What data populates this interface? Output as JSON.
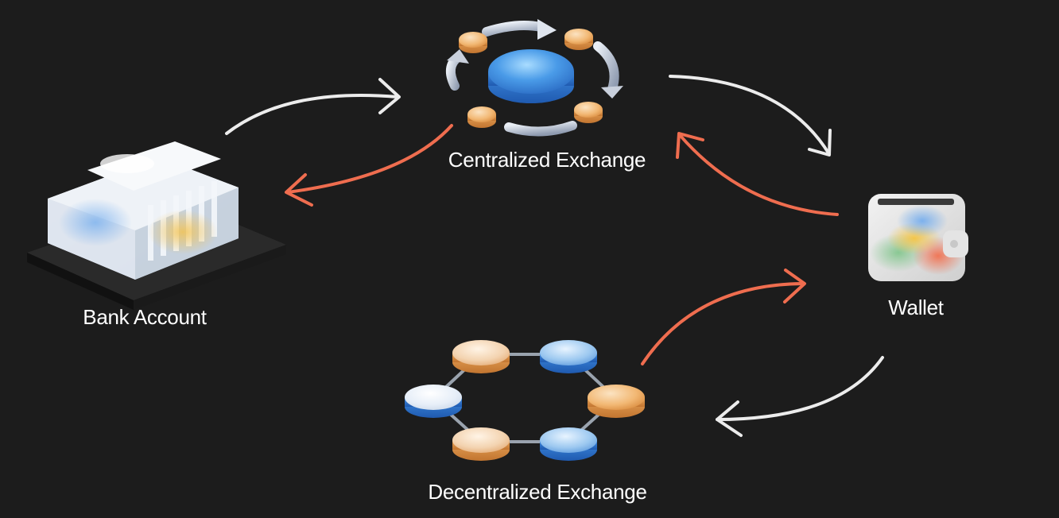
{
  "nodes": {
    "bank": {
      "label": "Bank Account",
      "icon": "bank-building-icon"
    },
    "cex": {
      "label": "Centralized Exchange",
      "icon": "centralized-exchange-icon"
    },
    "wallet": {
      "label": "Wallet",
      "icon": "wallet-icon"
    },
    "dex": {
      "label": "Decentralized Exchange",
      "icon": "decentralized-exchange-icon"
    }
  },
  "edges": [
    {
      "from": "bank",
      "to": "cex",
      "color": "white"
    },
    {
      "from": "cex",
      "to": "bank",
      "color": "orange"
    },
    {
      "from": "cex",
      "to": "wallet",
      "color": "white"
    },
    {
      "from": "wallet",
      "to": "cex",
      "color": "orange"
    },
    {
      "from": "dex",
      "to": "wallet",
      "color": "orange"
    },
    {
      "from": "wallet",
      "to": "dex",
      "color": "white"
    }
  ],
  "colors": {
    "background": "#1c1c1c",
    "white_arrow": "#ececec",
    "orange_arrow": "#ef6d4f",
    "label": "#ffffff"
  }
}
